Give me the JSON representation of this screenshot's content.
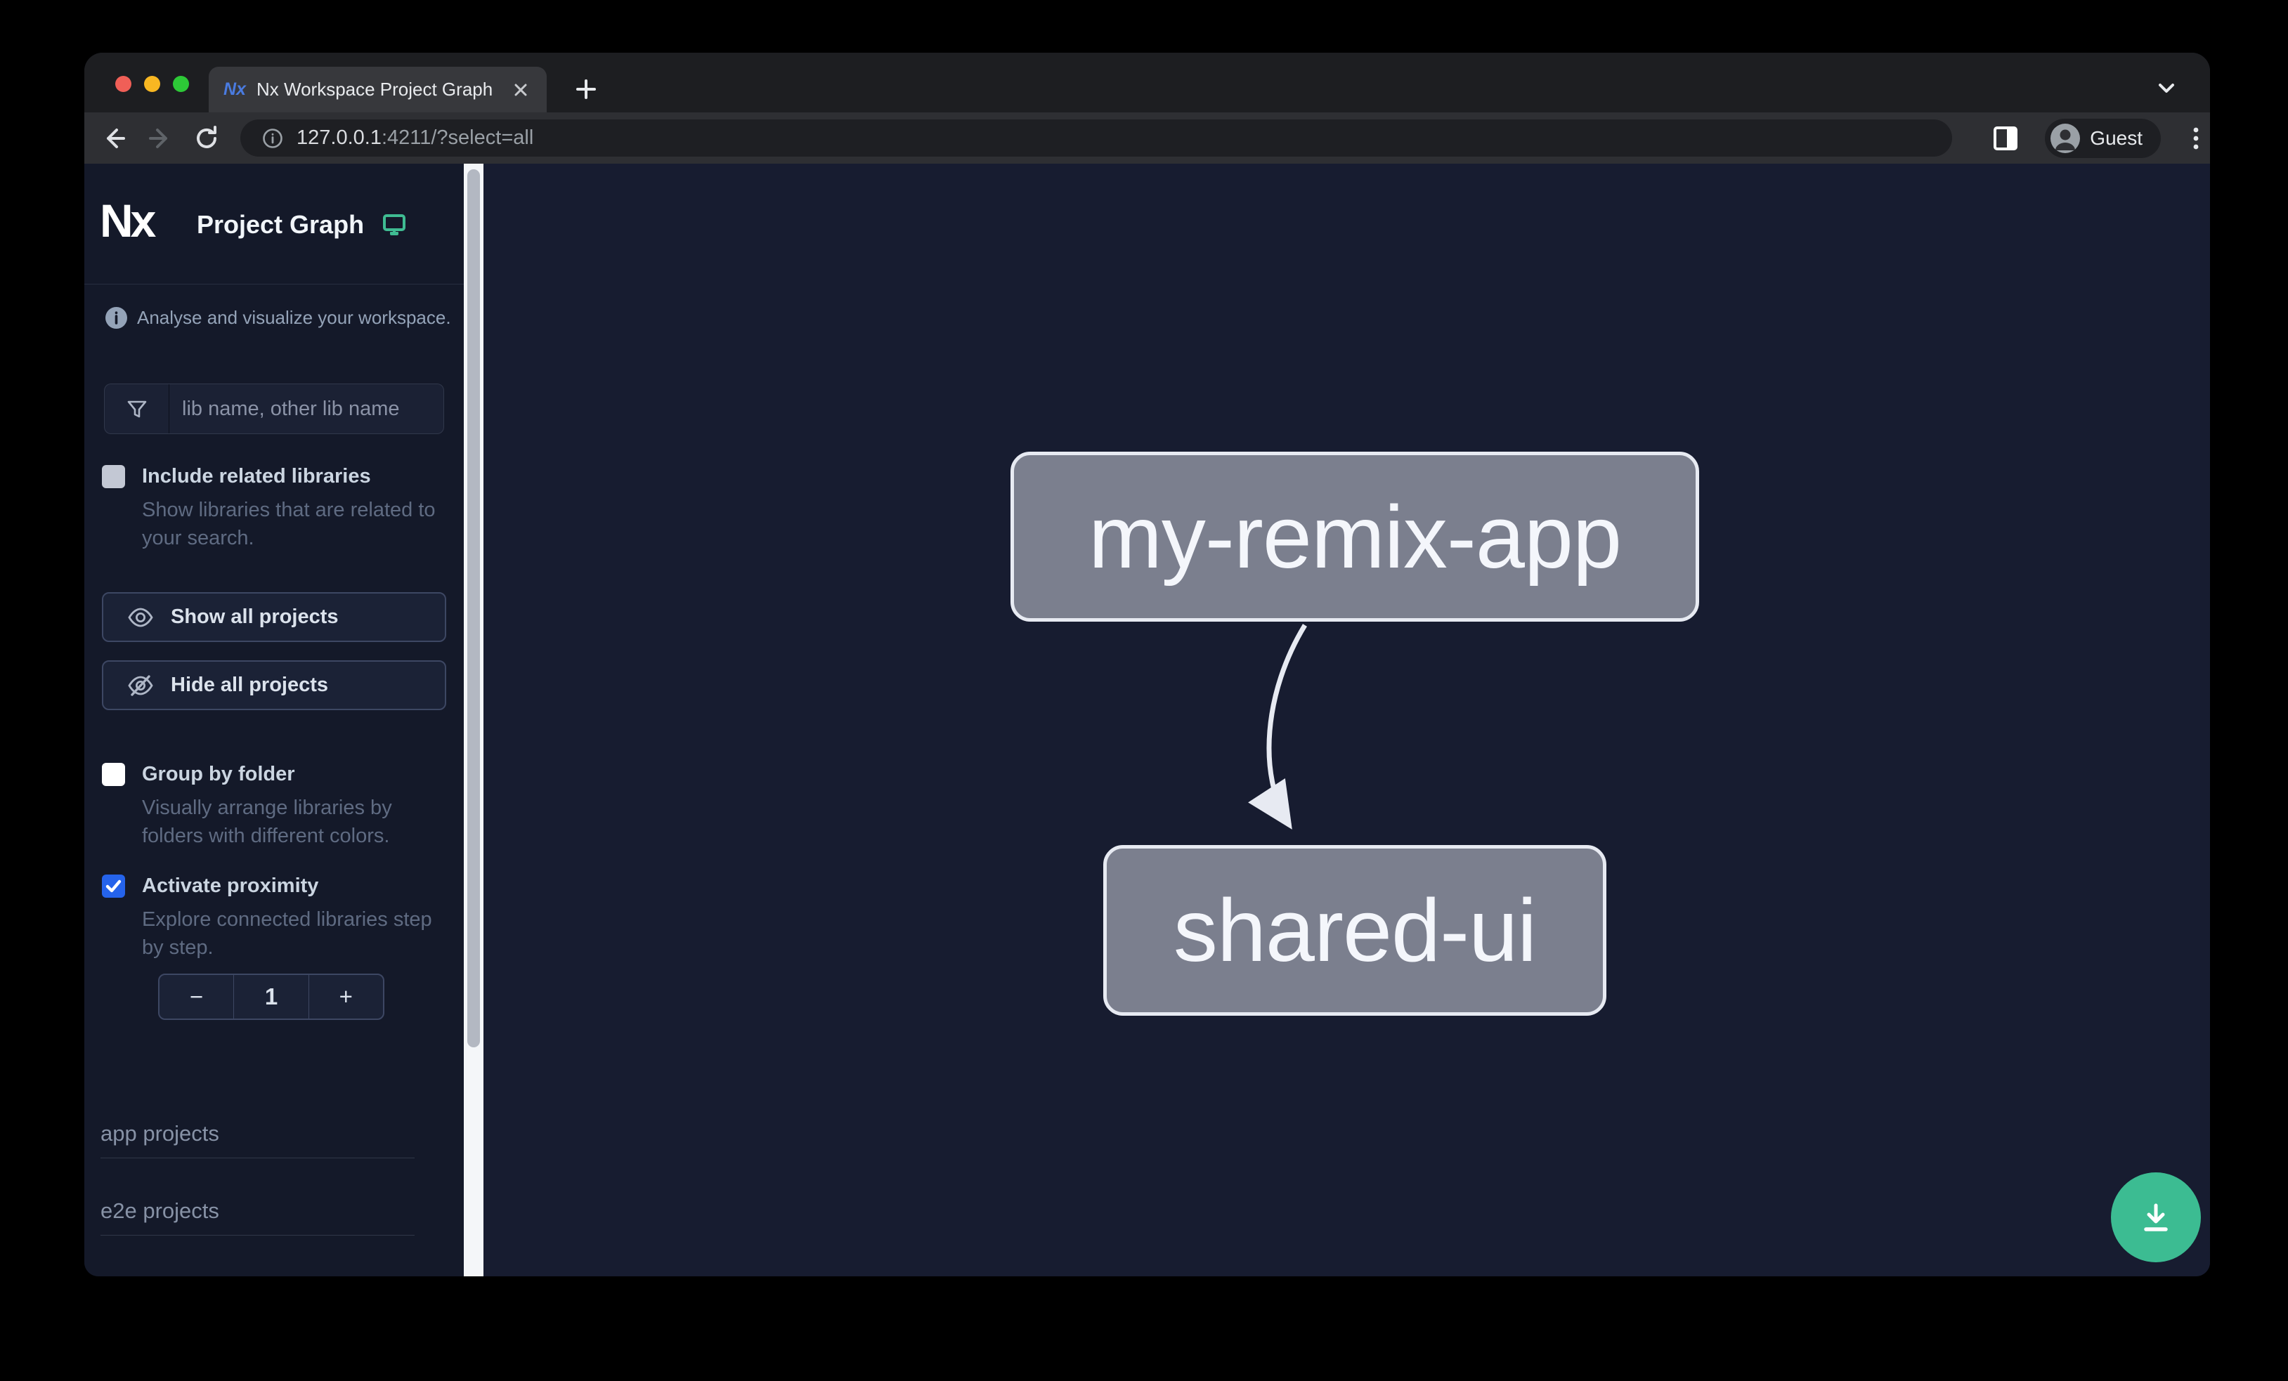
{
  "browser": {
    "tab_title": "Nx Workspace Project Graph",
    "url_host": "127.0.0.1",
    "url_rest": ":4211/?select=all",
    "guest_label": "Guest"
  },
  "sidebar": {
    "logo_text": "Nx",
    "title": "Project Graph",
    "tagline": "Analyse and visualize your workspace.",
    "search_placeholder": "lib name, other lib name",
    "toggles": [
      {
        "label": "Include related libraries",
        "desc": "Show libraries that are related to your search.",
        "checked": false
      },
      {
        "label": "Group by folder",
        "desc": "Visually arrange libraries by folders with different colors.",
        "checked": false
      },
      {
        "label": "Activate proximity",
        "desc": "Explore connected libraries step by step.",
        "checked": true
      }
    ],
    "buttons": {
      "show_all": "Show all projects",
      "hide_all": "Hide all projects"
    },
    "stepper": {
      "decrement": "−",
      "value": "1",
      "increment": "+"
    },
    "sections": [
      {
        "label": "app projects"
      },
      {
        "label": "e2e projects"
      }
    ]
  },
  "graph": {
    "nodes": [
      {
        "id": "my-remix-app"
      },
      {
        "id": "shared-ui"
      }
    ],
    "edges": [
      {
        "from": "my-remix-app",
        "to": "shared-ui"
      }
    ]
  },
  "colors": {
    "accent_green": "#3cbc92",
    "checkbox_blue": "#2563eb",
    "node_fill": "#7b7f8e",
    "node_border": "#e7eaf2",
    "sidebar_bg": "#141929",
    "graph_bg": "#171c30"
  }
}
